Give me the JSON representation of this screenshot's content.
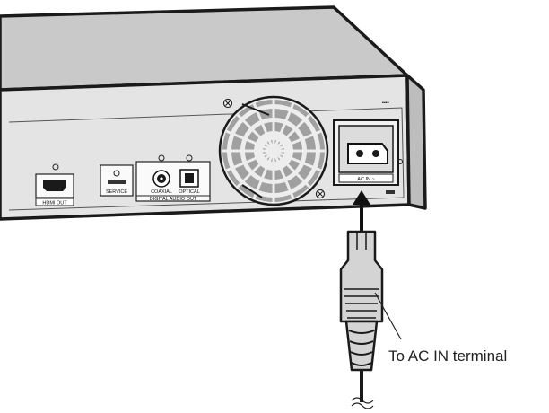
{
  "panel_labels": {
    "hdmi_out": "HDMI OUT",
    "service": "SERVICE",
    "coaxial": "COAXIAL",
    "optical": "OPTICAL",
    "digital_audio_out": "DIGITAL AUDIO OUT",
    "ac_in": "AC IN ~"
  },
  "callout": {
    "text": "To AC IN terminal"
  }
}
